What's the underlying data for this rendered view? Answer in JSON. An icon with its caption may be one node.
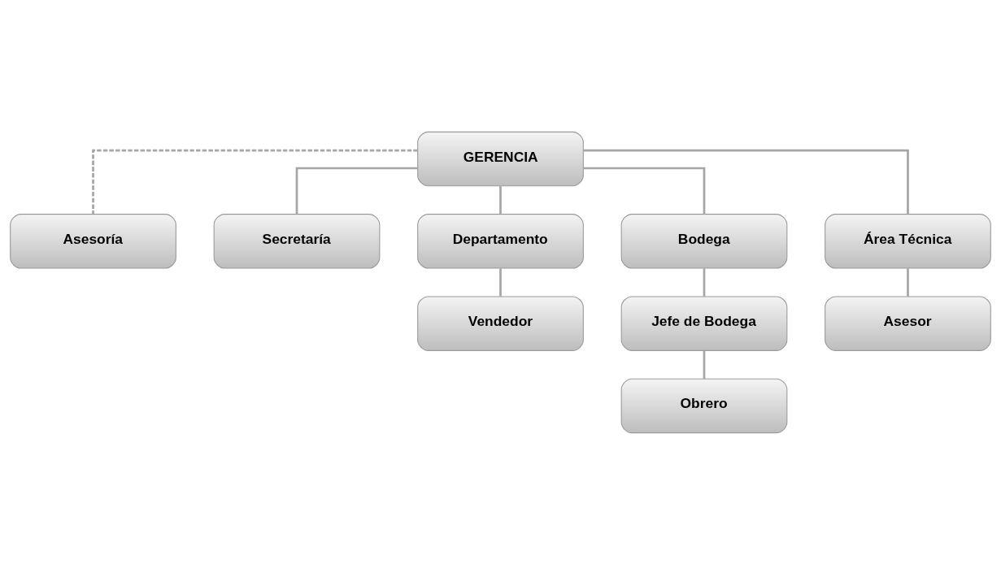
{
  "diagram": {
    "nodes": [
      {
        "text": [
          "GERENCIA"
        ]
      },
      {
        "text": [
          "Asesoría"
        ]
      },
      {
        "text": [
          "Secretaría"
        ]
      },
      {
        "text": [
          "Departamento"
        ]
      },
      {
        "text": [
          "Bodega"
        ]
      },
      {
        "text": [
          "Área Técnica"
        ]
      },
      {
        "text": [
          "Vendedor"
        ]
      },
      {
        "text": [
          "Jefe de Bodega"
        ]
      },
      {
        "text": [
          "Obrero"
        ]
      },
      {
        "text": [
          "Asesor"
        ]
      }
    ],
    "edges": [
      {
        "from": 0,
        "to": 1,
        "arrow": "none",
        "style": "dashed"
      },
      {
        "from": 0,
        "to": 2,
        "arrow": "none"
      },
      {
        "from": 0,
        "to": 3,
        "arrow": "none"
      },
      {
        "from": 0,
        "to": 4,
        "arrow": "none"
      },
      {
        "from": 0,
        "to": 5,
        "arrow": "none"
      },
      {
        "from": 3,
        "to": 6,
        "arrow": "none"
      },
      {
        "from": 4,
        "to": 7,
        "arrow": "none"
      },
      {
        "from": 7,
        "to": 8,
        "arrow": "none"
      },
      {
        "from": 5,
        "to": 9,
        "arrow": "none"
      }
    ]
  }
}
